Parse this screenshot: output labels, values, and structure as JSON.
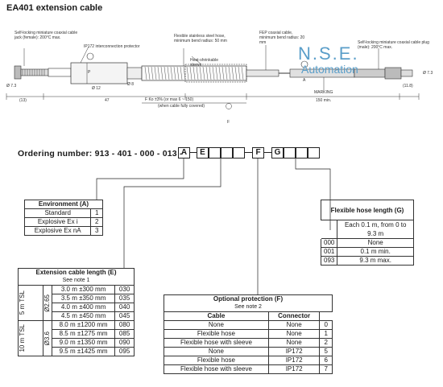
{
  "title": "EA401 extension cable",
  "drawing": {
    "callout_left": "Self-locking miniature coaxial cable jack (female): 200°C max.",
    "callout_protector": "IP172 interconnection protector",
    "callout_hose": "Flexible stainless steel hose, minimum bend radius: 50 mm",
    "callout_fep": "FEP coaxial cable, minimum bend radius: 20 mm",
    "callout_right": "Self-locking miniature coaxial cable plug (male): 200°C max.",
    "callout_shrink": "Heat-shrinkable sleeve",
    "callout_marking": "MARKING",
    "dim_13": "(13)",
    "dim_47": "47",
    "dim_150": "150 min.",
    "dim_11_8": "(11.8)",
    "dim_f": "F",
    "dim_tol": "F Ko ±3% (or max 6 ~ 150)",
    "dim_cov": "(when cable fully covered)",
    "dia_left": "Ø 7.3",
    "dia_12": "Ø 12",
    "dia_8": "Ø 8",
    "dia_right": "Ø 7.3",
    "label_p": "P",
    "label_a": "A"
  },
  "watermark": {
    "line1": "N.S.E.",
    "line2": "Automation"
  },
  "ordering": {
    "label": "Ordering number: 913 - 401 - 000 - 013 -",
    "box_a": "A",
    "box_e": "E",
    "box_f": "F",
    "box_g": "G"
  },
  "environment": {
    "title": "Environment (A)",
    "rows": [
      {
        "label": "Standard",
        "code": "1"
      },
      {
        "label": "Explosive Ex i",
        "code": "2"
      },
      {
        "label": "Explosive Ex nA",
        "code": "3"
      }
    ]
  },
  "extension": {
    "title": "Extension cable length (E)",
    "note": "See note 1",
    "group1_tsl": "5 m TSL",
    "group1_dia": "Ø2.65",
    "group2_tsl": "10 m TSL",
    "group2_dia": "Ø3.6",
    "rows": [
      {
        "length": "3.0 m ±300 mm",
        "code": "030"
      },
      {
        "length": "3.5 m ±350 mm",
        "code": "035"
      },
      {
        "length": "4.0 m ±400 mm",
        "code": "040"
      },
      {
        "length": "4.5 m ±450 mm",
        "code": "045"
      },
      {
        "length": "8.0 m ±1200 mm",
        "code": "080"
      },
      {
        "length": "8.5 m ±1275 mm",
        "code": "085"
      },
      {
        "length": "9.0 m ±1350 mm",
        "code": "090"
      },
      {
        "length": "9.5 m ±1425 mm",
        "code": "095"
      }
    ]
  },
  "protection": {
    "title": "Optional protection (F)",
    "note": "See note 2",
    "col_cable": "Cable",
    "col_connector": "Connector",
    "rows": [
      {
        "cable": "None",
        "connector": "None",
        "code": "0"
      },
      {
        "cable": "Flexible hose",
        "connector": "None",
        "code": "1"
      },
      {
        "cable": "Flexible hose with sleeve",
        "connector": "None",
        "code": "2"
      },
      {
        "cable": "None",
        "connector": "IP172",
        "code": "5"
      },
      {
        "cable": "Flexible hose",
        "connector": "IP172",
        "code": "6"
      },
      {
        "cable": "Flexible hose with sleeve",
        "connector": "IP172",
        "code": "7"
      }
    ]
  },
  "hose": {
    "title": "Flexible hose length (G)",
    "desc": "Each 0.1 m, from 0 to 9.3 m",
    "rows": [
      {
        "code": "000",
        "label": "None"
      },
      {
        "code": "001",
        "label": "0.1 m min."
      },
      {
        "code": "093",
        "label": "9.3 m max."
      }
    ]
  }
}
